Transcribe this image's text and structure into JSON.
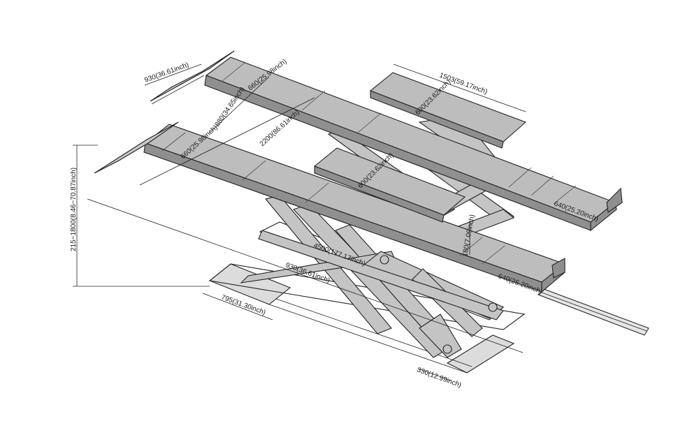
{
  "dimensions": {
    "ramp_length": "930(36.61inch)",
    "runway_width_top": "660(25.98inch)",
    "runway_span": "880(34.65inch)",
    "runway_length": "2200(86.61inch)",
    "runway_width_front": "660(25.98inch)",
    "aux_length": "1503(59.17inch)",
    "aux_width_rear": "600(23.62inch)",
    "aux_width_front": "600(23.62inch)",
    "rear_end_width": "640(25.20inch)",
    "front_end_width": "640(25.20inch)",
    "total_height": "215~1800(8.46~70.87inch)",
    "base_length": "4500(177.17inch)",
    "base_width": "930(36.61inch)",
    "base_front": "795(31.30inch)",
    "base_rear": "330(12.99inch)",
    "step_height": "180(7.09inch)"
  }
}
